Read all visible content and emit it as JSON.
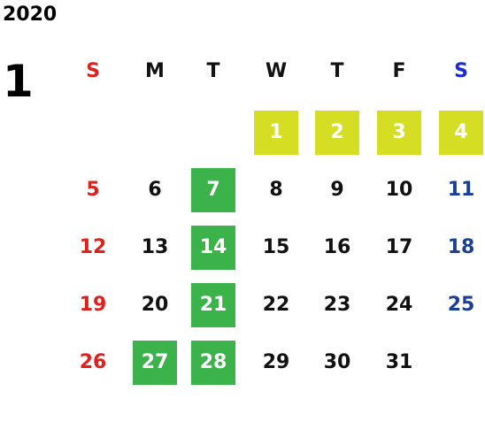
{
  "year": "2020",
  "month": "1",
  "colors": {
    "sunday": "#e0201b",
    "saturday": "#1b3f94",
    "saturday_header": "#1a2bd6",
    "highlight_yellow": "#d6de23",
    "highlight_green": "#3cb34a"
  },
  "weekdays": [
    "S",
    "M",
    "T",
    "W",
    "T",
    "F",
    "S"
  ],
  "weeks": [
    [
      null,
      null,
      null,
      {
        "day": "1",
        "hl": "yellow"
      },
      {
        "day": "2",
        "hl": "yellow"
      },
      {
        "day": "3",
        "hl": "yellow"
      },
      {
        "day": "4",
        "hl": "yellow"
      }
    ],
    [
      {
        "day": "5"
      },
      {
        "day": "6"
      },
      {
        "day": "7",
        "hl": "green"
      },
      {
        "day": "8"
      },
      {
        "day": "9"
      },
      {
        "day": "10"
      },
      {
        "day": "11"
      }
    ],
    [
      {
        "day": "12"
      },
      {
        "day": "13"
      },
      {
        "day": "14",
        "hl": "green"
      },
      {
        "day": "15"
      },
      {
        "day": "16"
      },
      {
        "day": "17"
      },
      {
        "day": "18"
      }
    ],
    [
      {
        "day": "19"
      },
      {
        "day": "20"
      },
      {
        "day": "21",
        "hl": "green"
      },
      {
        "day": "22"
      },
      {
        "day": "23"
      },
      {
        "day": "24"
      },
      {
        "day": "25"
      }
    ],
    [
      {
        "day": "26"
      },
      {
        "day": "27",
        "hl": "green"
      },
      {
        "day": "28",
        "hl": "green"
      },
      {
        "day": "29"
      },
      {
        "day": "30"
      },
      {
        "day": "31"
      },
      null
    ]
  ]
}
